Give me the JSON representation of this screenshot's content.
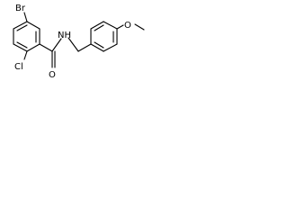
{
  "molecule": {
    "atoms": {
      "br": "Br",
      "cl": "Cl",
      "o_carbonyl": "O",
      "nh": "NH",
      "o_methoxy": "O"
    }
  },
  "colors": {
    "bond": "#000000",
    "label": "#000000",
    "background": "#ffffff"
  }
}
